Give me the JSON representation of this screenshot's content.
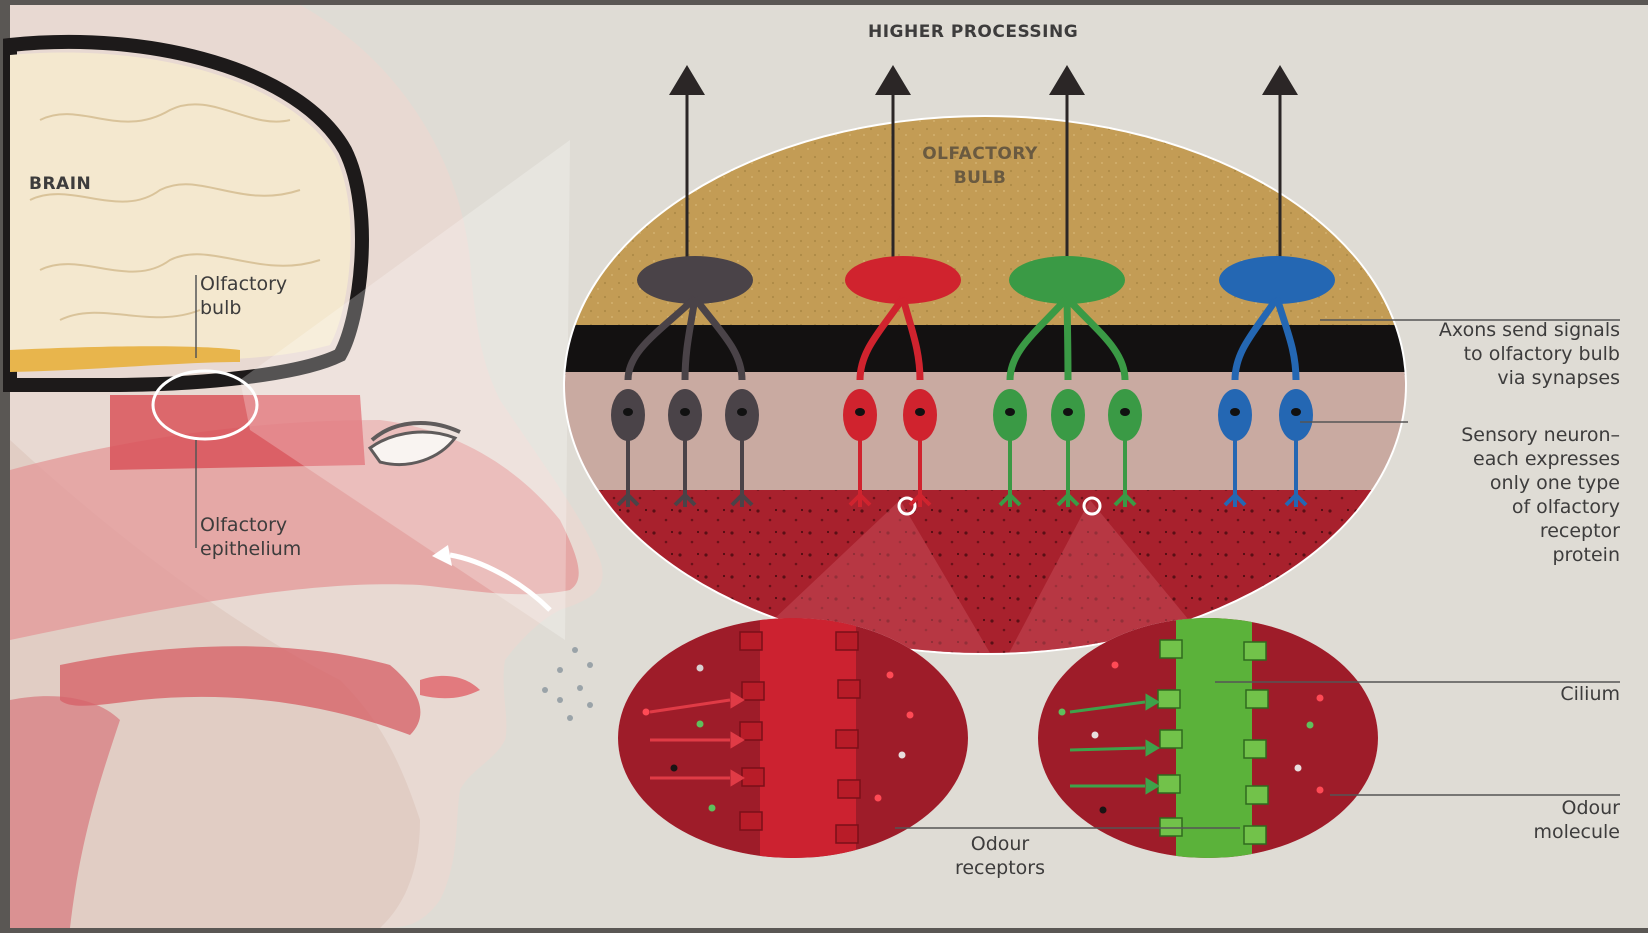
{
  "labels": {
    "higher_processing": "HIGHER PROCESSING",
    "brain": "BRAIN",
    "olfactory_bulb_inset": [
      "OLFACTORY",
      "BULB"
    ],
    "olfactory_bulb_side": [
      "Olfactory",
      "bulb"
    ],
    "olfactory_epithelium": [
      "Olfactory",
      "epithelium"
    ],
    "axons": [
      "Axons send signals",
      "to olfactory bulb",
      "via synapses"
    ],
    "sensory_neuron": [
      "Sensory neuron–",
      "each expresses",
      "only one type",
      "of olfactory",
      "receptor",
      "protein"
    ],
    "cilium": "Cilium",
    "odour_molecule": [
      "Odour",
      "molecule"
    ],
    "odour_receptors": [
      "Odour",
      "receptors"
    ]
  },
  "neuron_groups": [
    {
      "color": "#4a4348",
      "count": 3
    },
    {
      "color": "#d0232e",
      "count": 2
    },
    {
      "color": "#3a9a45",
      "count": 3
    },
    {
      "color": "#2467b3",
      "count": 2
    }
  ],
  "colors": {
    "background": "#dedbd3",
    "bulb_layer": "#c8a25a",
    "epithelium": "#a4212c",
    "face": "#e6d4cb",
    "red_cilium": "#cc2230",
    "green_cilium": "#5bb23a"
  }
}
